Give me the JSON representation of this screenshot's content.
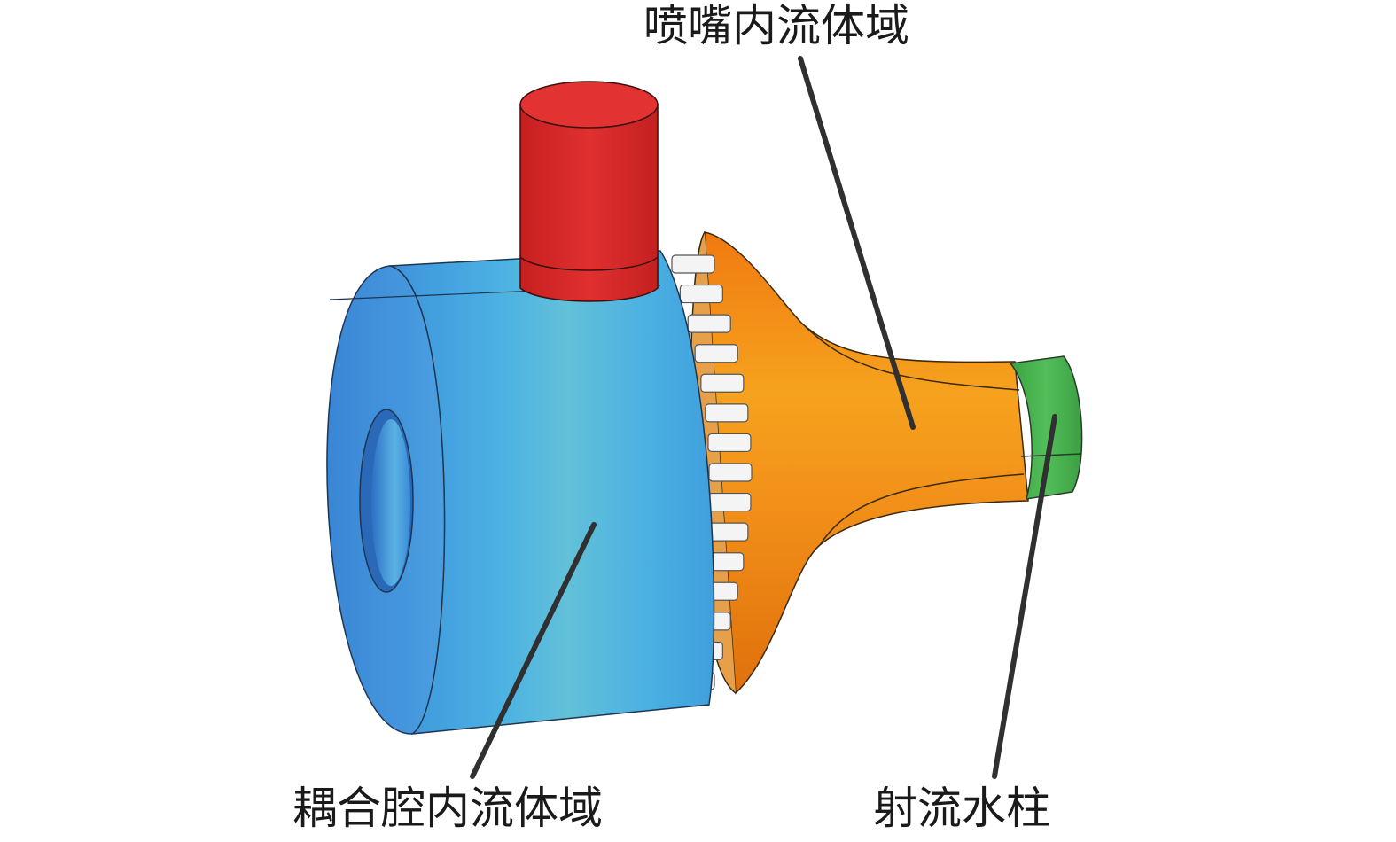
{
  "labels": {
    "nozzle_fluid_domain": "喷嘴内流体域",
    "coupling_cavity_fluid_domain": "耦合腔内流体域",
    "jet_water_column": "射流水柱"
  },
  "colors": {
    "coupling_cavity": "#46b1e2",
    "inlet_pipe": "#d92a2a",
    "nozzle": "#f28a16",
    "jet_column": "#44b24c",
    "transducer_rods": "#f2f2f2",
    "leader_lines": "#303030"
  }
}
